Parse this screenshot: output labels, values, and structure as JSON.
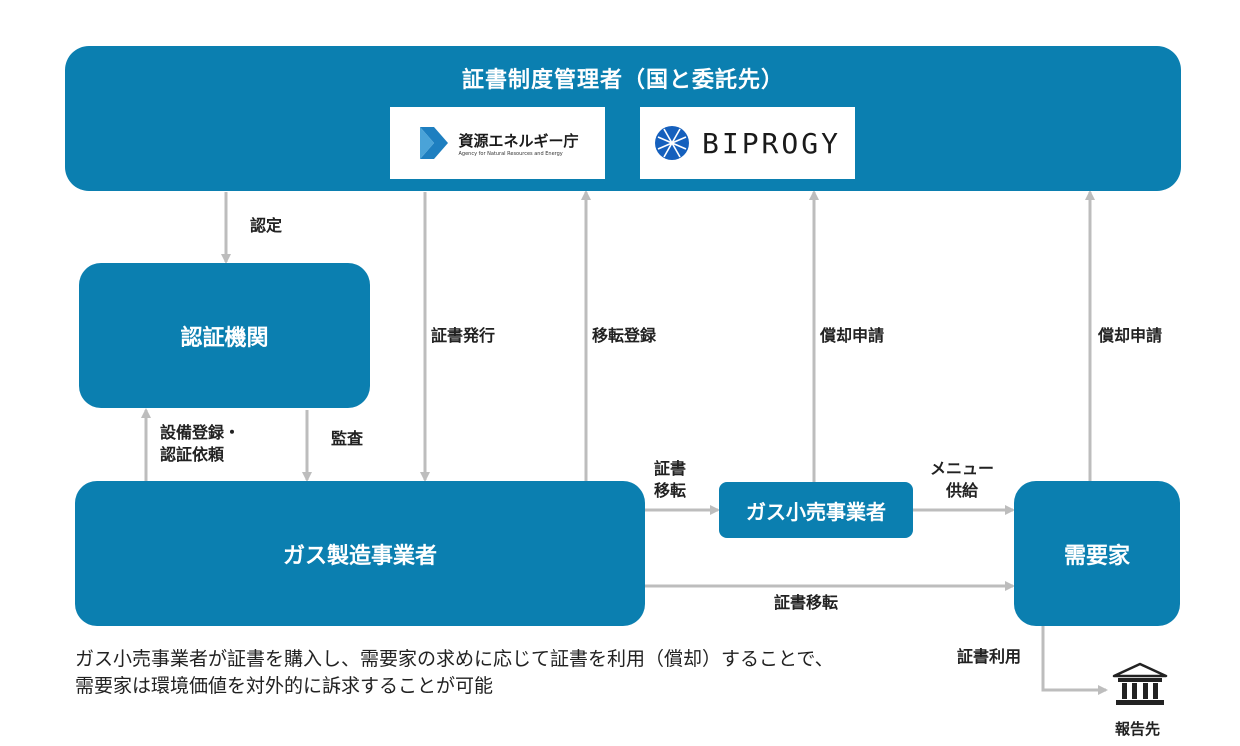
{
  "nodes": {
    "admin": "証書制度管理者（国と委託先）",
    "certifier": "認証機関",
    "producer": "ガス製造事業者",
    "retailer": "ガス小売事業者",
    "consumer": "需要家",
    "report": "報告先"
  },
  "logos": {
    "agency_name": "資源エネルギー庁",
    "agency_sub": "Agency for Natural Resources and Energy",
    "biprogy": "BIPROGY"
  },
  "edges": {
    "certification": "認定",
    "issue": "証書発行",
    "transfer_register": "移転登録",
    "retire_request_1": "償却申請",
    "retire_request_2": "償却申請",
    "equipment_line1": "設備登録・",
    "equipment_line2": "認証依頼",
    "audit": "監査",
    "cert_transfer_line1": "証書",
    "cert_transfer_line2": "移転",
    "menu_line1": "メニュー",
    "menu_line2": "供給",
    "cert_transfer_bottom": "証書移転",
    "cert_use": "証書利用"
  },
  "caption": {
    "line1": "ガス小売事業者が証書を購入し、需要家の求めに応じて証書を利用（償却）することで、",
    "line2": "需要家は環境価値を対外的に訴求することが可能"
  },
  "colors": {
    "box": "#0b7fb0",
    "arrow": "#bdbdbd",
    "logo_blue": "#1e7fc0"
  }
}
